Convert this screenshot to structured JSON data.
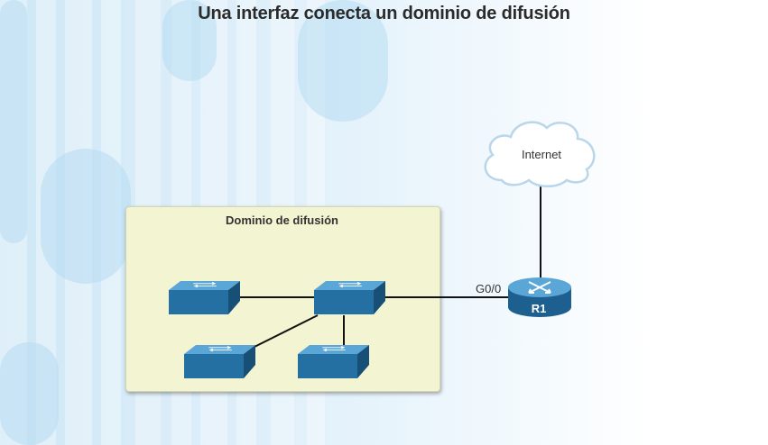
{
  "title": "Una interfaz conecta un dominio de difusión",
  "broadcast_domain": {
    "label": "Dominio de difusión"
  },
  "cloud": {
    "label": "Internet"
  },
  "router": {
    "label": "R1",
    "interface": "G0/0"
  },
  "devices": [
    {
      "id": "sw1",
      "type": "switch"
    },
    {
      "id": "sw2",
      "type": "switch"
    },
    {
      "id": "sw3",
      "type": "switch"
    },
    {
      "id": "sw4",
      "type": "switch"
    },
    {
      "id": "r1",
      "type": "router"
    },
    {
      "id": "internet",
      "type": "cloud"
    }
  ],
  "links": [
    {
      "from": "sw1",
      "to": "sw2"
    },
    {
      "from": "sw2",
      "to": "sw3"
    },
    {
      "from": "sw2",
      "to": "sw4"
    },
    {
      "from": "sw2",
      "to": "r1"
    },
    {
      "from": "r1",
      "to": "internet"
    }
  ],
  "colors": {
    "device_blue": "#2470a3",
    "domain_fill": "#f3f4d2",
    "background_tint": "#cfe7f6"
  }
}
